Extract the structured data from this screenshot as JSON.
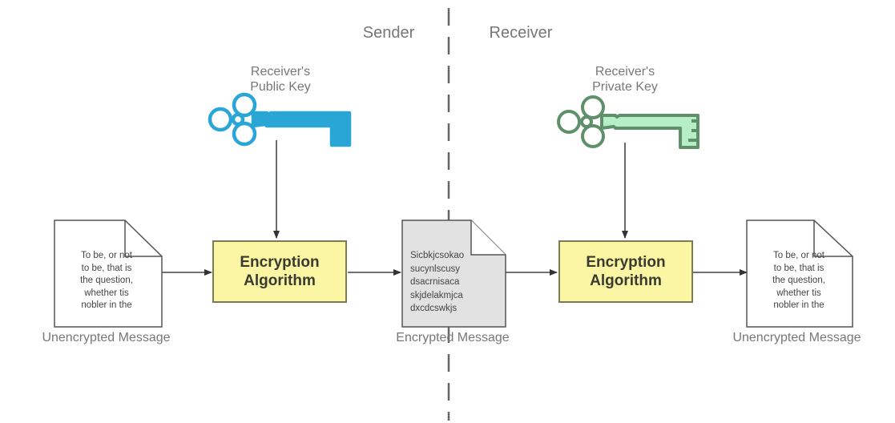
{
  "headers": {
    "sender": "Sender",
    "receiver": "Receiver"
  },
  "keys": {
    "public": {
      "line1": "Receiver's",
      "line2": "Public Key",
      "color": "#2aa6d6",
      "icon": "key-icon"
    },
    "private": {
      "line1": "Receiver's",
      "line2": "Private Key",
      "color": "#b6efc6",
      "icon": "key-icon"
    }
  },
  "algorithms": {
    "encrypt": {
      "line1": "Encryption",
      "line2": "Algorithm"
    },
    "decrypt": {
      "line1": "Encryption",
      "line2": "Algorithm"
    },
    "fill_color": "#fbf6a3"
  },
  "documents": {
    "plain_left": {
      "lines": [
        "To be, or not",
        "to be, that is",
        "the question,",
        "whether tis",
        "nobler in the"
      ],
      "caption": "Unencrypted Message"
    },
    "cipher": {
      "lines": [
        "Sicbkjcsokao",
        "sucynlscusy",
        "dsacrnisaca",
        "skjdelakmjca",
        "dxcdcswkjs"
      ],
      "caption": "Encrypted Message",
      "fill_color": "#e2e2e2"
    },
    "plain_right": {
      "lines": [
        "To be, or not",
        "to be, that is",
        "the question,",
        "whether tis",
        "nobler in the"
      ],
      "caption": "Unencrypted Message"
    }
  }
}
